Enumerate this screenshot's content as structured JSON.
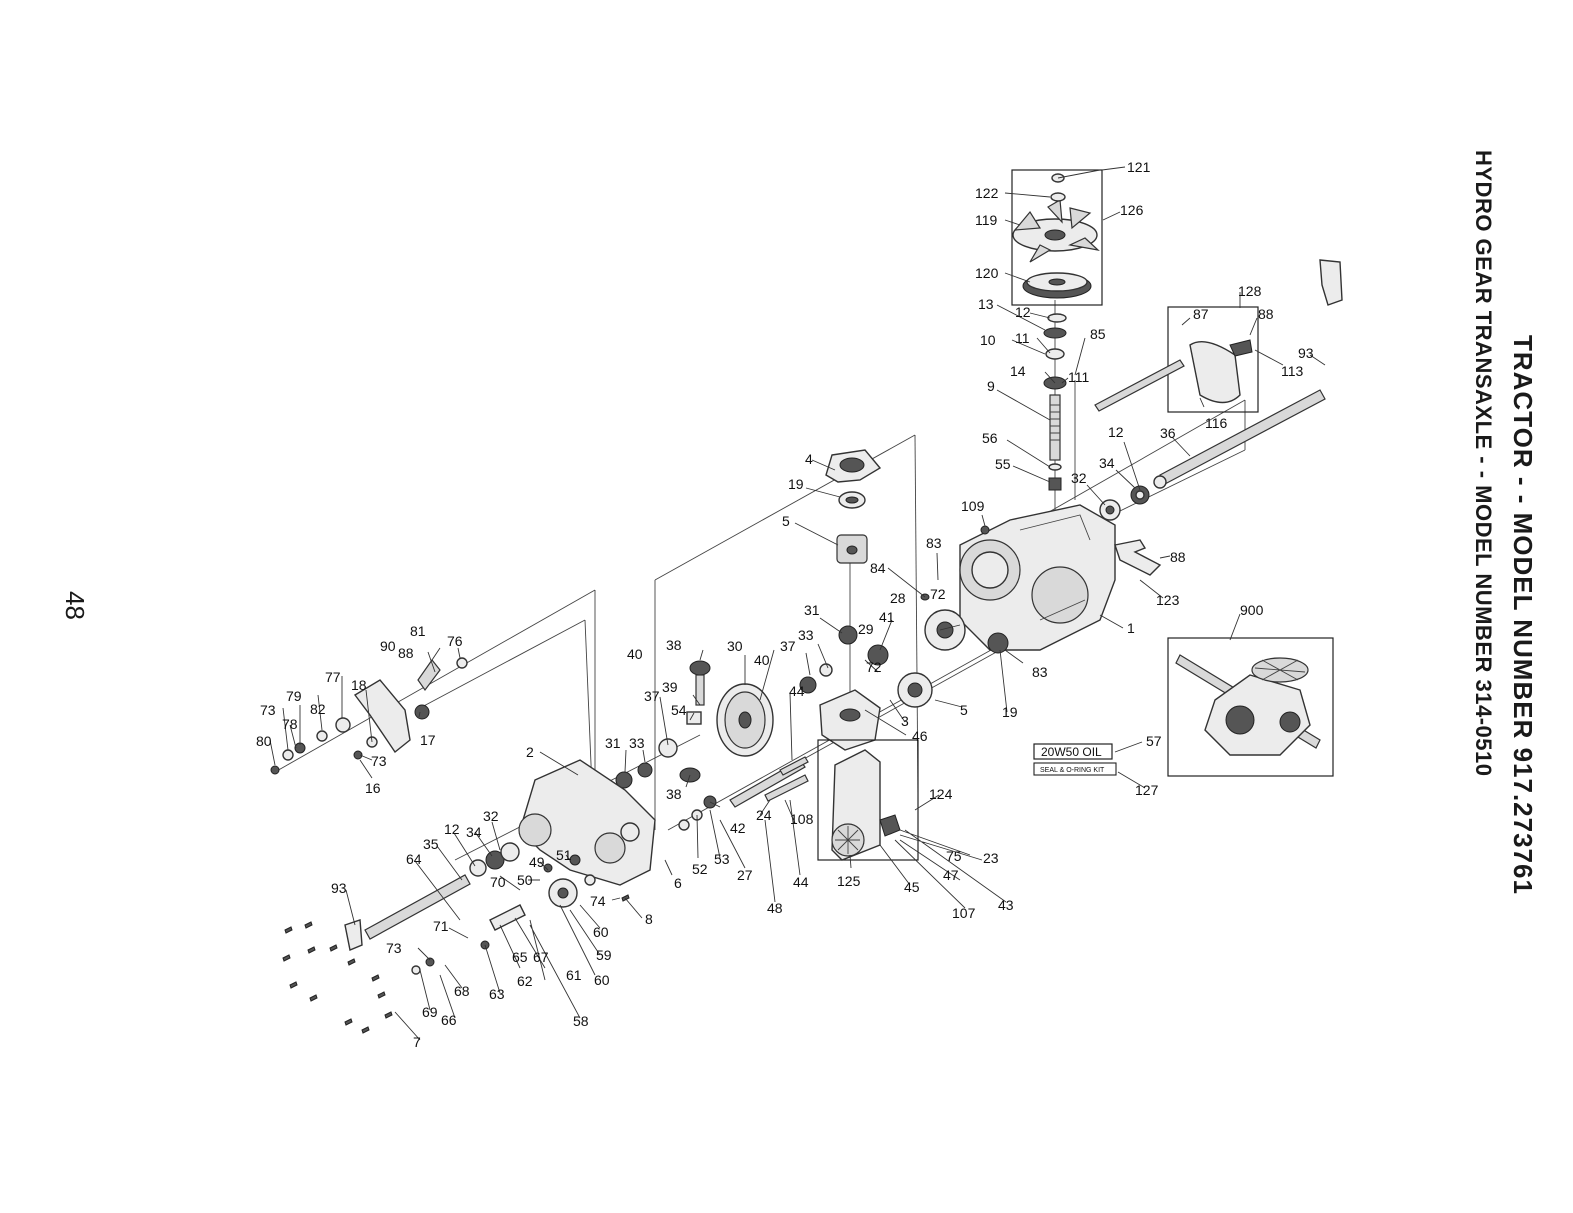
{
  "title_line1": "TRACTOR - - MODEL NUMBER 917.273761",
  "title_line2": "HYDRO GEAR TRANSAXLE - - MODEL NUMBER 314-0510",
  "page_number": "48",
  "oil_label": "20W50 OIL",
  "kit_label": "SEAL & O-RING KIT",
  "callouts": [
    {
      "id": "c121",
      "text": "121"
    },
    {
      "id": "c122",
      "text": "122"
    },
    {
      "id": "c119",
      "text": "119"
    },
    {
      "id": "c126",
      "text": "126"
    },
    {
      "id": "c120",
      "text": "120"
    },
    {
      "id": "c13",
      "text": "13"
    },
    {
      "id": "c12a",
      "text": "12"
    },
    {
      "id": "c10",
      "text": "10"
    },
    {
      "id": "c11",
      "text": "11"
    },
    {
      "id": "c14",
      "text": "14"
    },
    {
      "id": "c111",
      "text": "111"
    },
    {
      "id": "c85",
      "text": "85"
    },
    {
      "id": "c9",
      "text": "9"
    },
    {
      "id": "c128",
      "text": "128"
    },
    {
      "id": "c87",
      "text": "87"
    },
    {
      "id": "c88a",
      "text": "88"
    },
    {
      "id": "c93a",
      "text": "93"
    },
    {
      "id": "c113",
      "text": "113"
    },
    {
      "id": "c116",
      "text": "116"
    },
    {
      "id": "c12b",
      "text": "12"
    },
    {
      "id": "c36",
      "text": "36"
    },
    {
      "id": "c56",
      "text": "56"
    },
    {
      "id": "c55",
      "text": "55"
    },
    {
      "id": "c34a",
      "text": "34"
    },
    {
      "id": "c32a",
      "text": "32"
    },
    {
      "id": "c4",
      "text": "4"
    },
    {
      "id": "c19a",
      "text": "19"
    },
    {
      "id": "c109",
      "text": "109"
    },
    {
      "id": "c5a",
      "text": "5"
    },
    {
      "id": "c83a",
      "text": "83"
    },
    {
      "id": "c84",
      "text": "84"
    },
    {
      "id": "c88b",
      "text": "88"
    },
    {
      "id": "c123",
      "text": "123"
    },
    {
      "id": "c900",
      "text": "900"
    },
    {
      "id": "c28",
      "text": "28"
    },
    {
      "id": "c72a",
      "text": "72"
    },
    {
      "id": "c31a",
      "text": "31"
    },
    {
      "id": "c41",
      "text": "41"
    },
    {
      "id": "c33a",
      "text": "33"
    },
    {
      "id": "c29",
      "text": "29"
    },
    {
      "id": "c1",
      "text": "1"
    },
    {
      "id": "c83b",
      "text": "83"
    },
    {
      "id": "c37a",
      "text": "37"
    },
    {
      "id": "c30",
      "text": "30"
    },
    {
      "id": "c40a",
      "text": "40"
    },
    {
      "id": "c38a",
      "text": "38"
    },
    {
      "id": "c40b",
      "text": "40"
    },
    {
      "id": "c72b",
      "text": "72"
    },
    {
      "id": "c19b",
      "text": "19"
    },
    {
      "id": "c5b",
      "text": "5"
    },
    {
      "id": "c39",
      "text": "39"
    },
    {
      "id": "c54",
      "text": "54"
    },
    {
      "id": "c44a",
      "text": "44"
    },
    {
      "id": "c3",
      "text": "3"
    },
    {
      "id": "c46",
      "text": "46"
    },
    {
      "id": "c57",
      "text": "57"
    },
    {
      "id": "c37b",
      "text": "37"
    },
    {
      "id": "c127",
      "text": "127"
    },
    {
      "id": "c31b",
      "text": "31"
    },
    {
      "id": "c33b",
      "text": "33"
    },
    {
      "id": "c2",
      "text": "2"
    },
    {
      "id": "c38b",
      "text": "38"
    },
    {
      "id": "c124",
      "text": "124"
    },
    {
      "id": "c90",
      "text": "90"
    },
    {
      "id": "c81",
      "text": "81"
    },
    {
      "id": "c88c",
      "text": "88"
    },
    {
      "id": "c76",
      "text": "76"
    },
    {
      "id": "c77",
      "text": "77"
    },
    {
      "id": "c18",
      "text": "18"
    },
    {
      "id": "c79",
      "text": "79"
    },
    {
      "id": "c82",
      "text": "82"
    },
    {
      "id": "c73a",
      "text": "73"
    },
    {
      "id": "c78",
      "text": "78"
    },
    {
      "id": "c17",
      "text": "17"
    },
    {
      "id": "c80",
      "text": "80"
    },
    {
      "id": "c73b",
      "text": "73"
    },
    {
      "id": "c16",
      "text": "16"
    },
    {
      "id": "c42",
      "text": "42"
    },
    {
      "id": "c24",
      "text": "24"
    },
    {
      "id": "c108",
      "text": "108"
    },
    {
      "id": "c32b",
      "text": "32"
    },
    {
      "id": "c12c",
      "text": "12"
    },
    {
      "id": "c34b",
      "text": "34"
    },
    {
      "id": "c35",
      "text": "35"
    },
    {
      "id": "c64",
      "text": "64"
    },
    {
      "id": "c49",
      "text": "49"
    },
    {
      "id": "c51",
      "text": "51"
    },
    {
      "id": "c52",
      "text": "52"
    },
    {
      "id": "c53",
      "text": "53"
    },
    {
      "id": "c27",
      "text": "27"
    },
    {
      "id": "c6",
      "text": "6"
    },
    {
      "id": "c50",
      "text": "50"
    },
    {
      "id": "c70",
      "text": "70"
    },
    {
      "id": "c74",
      "text": "74"
    },
    {
      "id": "c8",
      "text": "8"
    },
    {
      "id": "c44b",
      "text": "44"
    },
    {
      "id": "c48",
      "text": "48"
    },
    {
      "id": "c125",
      "text": "125"
    },
    {
      "id": "c45",
      "text": "45"
    },
    {
      "id": "c75",
      "text": "75"
    },
    {
      "id": "c23",
      "text": "23"
    },
    {
      "id": "c47",
      "text": "47"
    },
    {
      "id": "c107",
      "text": "107"
    },
    {
      "id": "c43",
      "text": "43"
    },
    {
      "id": "c93b",
      "text": "93"
    },
    {
      "id": "c71",
      "text": "71"
    },
    {
      "id": "c60a",
      "text": "60"
    },
    {
      "id": "c59",
      "text": "59"
    },
    {
      "id": "c65",
      "text": "65"
    },
    {
      "id": "c67",
      "text": "67"
    },
    {
      "id": "c73c",
      "text": "73"
    },
    {
      "id": "c62",
      "text": "62"
    },
    {
      "id": "c61",
      "text": "61"
    },
    {
      "id": "c60b",
      "text": "60"
    },
    {
      "id": "c68",
      "text": "68"
    },
    {
      "id": "c63",
      "text": "63"
    },
    {
      "id": "c69",
      "text": "69"
    },
    {
      "id": "c66",
      "text": "66"
    },
    {
      "id": "c58",
      "text": "58"
    },
    {
      "id": "c7",
      "text": "7"
    }
  ]
}
